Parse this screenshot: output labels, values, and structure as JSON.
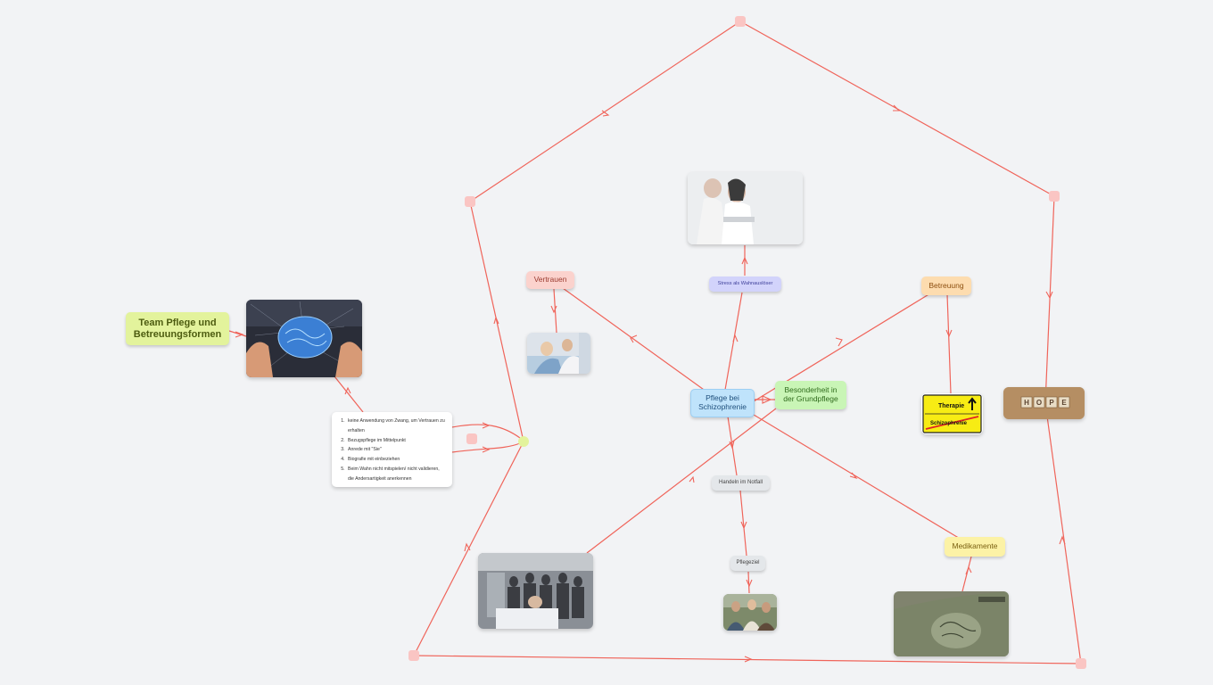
{
  "nodes": {
    "root": "Pflege bei Schizophrenie",
    "team": "Team Pflege und Betreuungsformen",
    "vertrauen": "Vertrauen",
    "stress": "Stress als Wahnauslöser",
    "betreuung": "Betreuung",
    "besonderheit": "Besonderheit in der Grundpflege",
    "handeln": "Handeln im Notfall",
    "pflegeziel": "Pflegeziel",
    "medikamente": "Medikamente"
  },
  "list_items": [
    "keine Anwendung von Zwang, um Vertrauen zu erhalten",
    "Bezugspflege im Mittelpunkt",
    "Anrede mit \"Sie\"",
    "Biografie mit einbeziehen",
    "Beim Wahn nicht mitspielen/ nicht validieren, die Andersartigkeit anerkennen"
  ],
  "sign": {
    "top": "Therapie",
    "bottom": "Schizophrenie"
  },
  "hope_letters": [
    "H",
    "O",
    "P",
    "E"
  ],
  "colors": {
    "edge": "#f0645a",
    "root_fill": "#bfe3fb",
    "team_fill": "#e3f39c",
    "vertrauen_fill": "#fbd2cd",
    "stress_fill": "#d2d3fb",
    "betreuung_fill": "#fddcaf",
    "besonderheit_fill": "#c9f5b6",
    "gray_fill": "#e4e7ea",
    "medikamente_fill": "#fcf2a6",
    "anchor": "#fac5c3"
  }
}
